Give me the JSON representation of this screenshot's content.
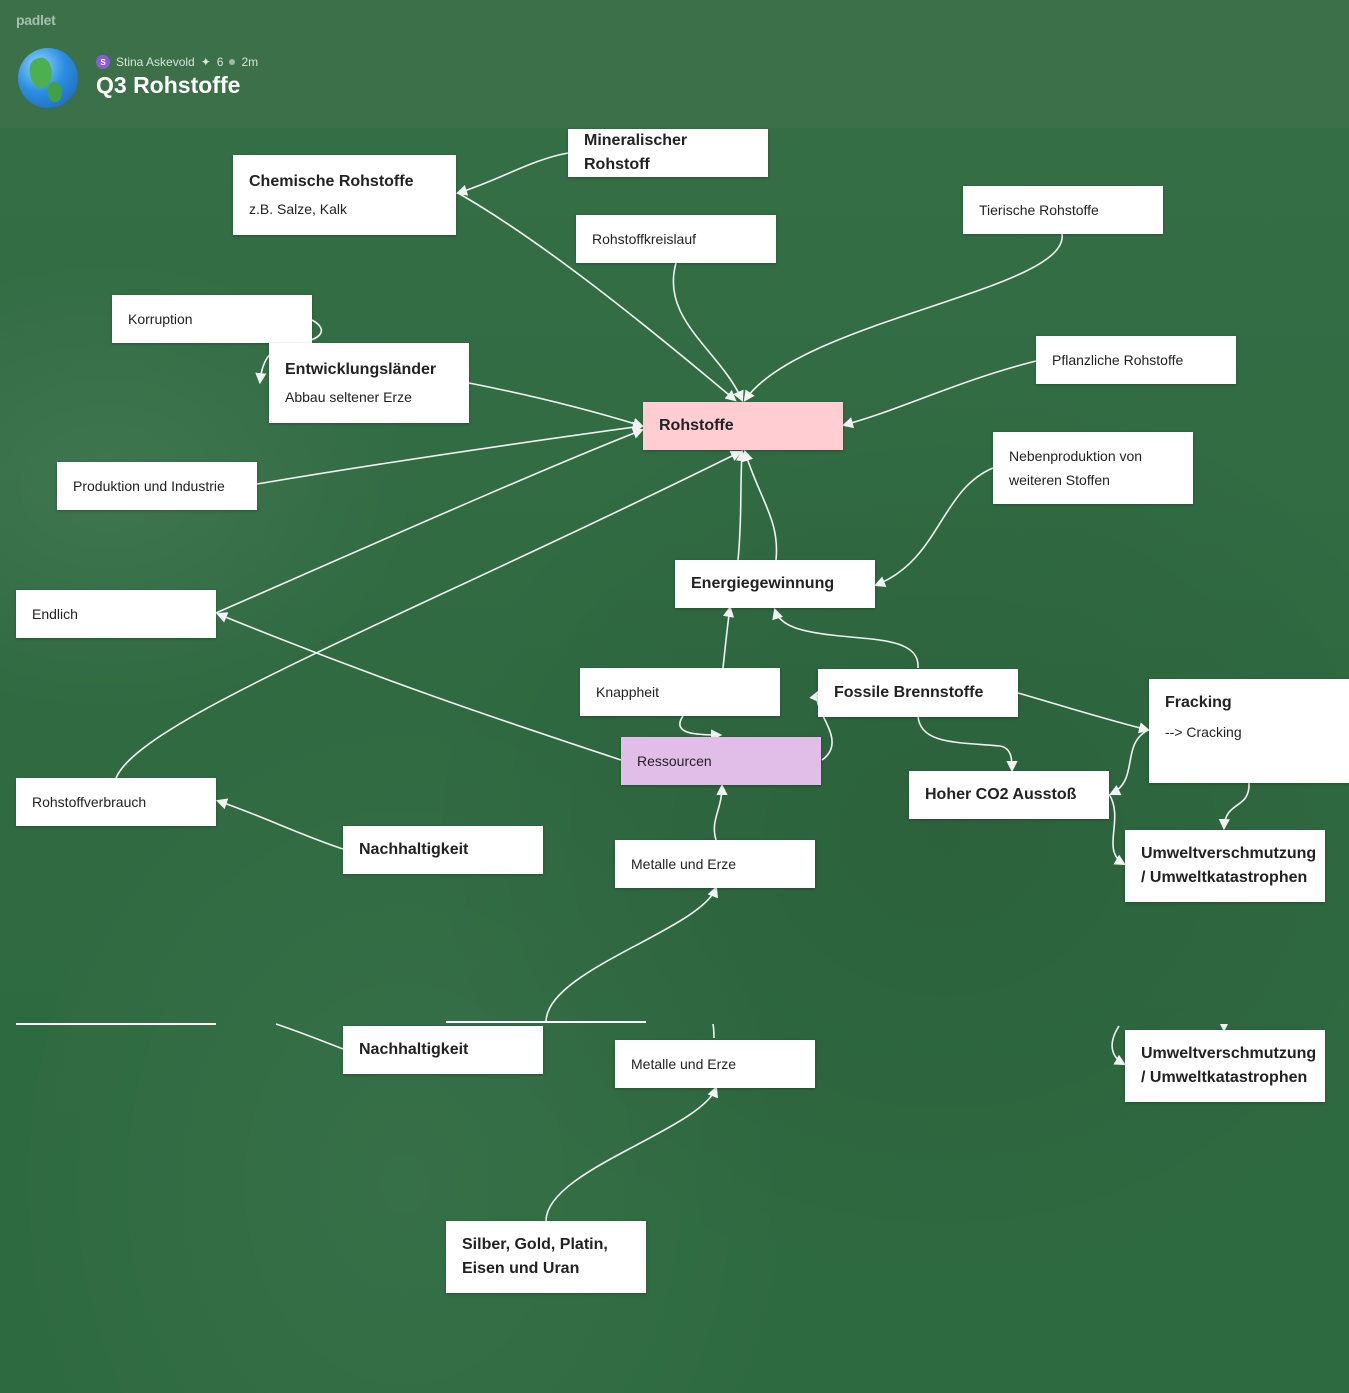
{
  "header": {
    "brand": "padlet",
    "author": "Stina Askevold",
    "avatar_letter": "S",
    "count": "6",
    "time": "2m",
    "title": "Q3 Rohstoffe",
    "avatar_icon": "globe-icon"
  },
  "cards": {
    "mineralischer": "Mineralischer Rohstoff",
    "chemische": "Chemische Rohstoffe",
    "chemische_sub": "z.B. Salze, Kalk",
    "tierische": "Tierische Rohstoffe",
    "kreislauf": "Rohstoffkreislauf",
    "korruption": "Korruption",
    "entwicklung": "Entwicklungsländer",
    "entwicklung_sub": "Abbau seltener Erze",
    "pflanzliche": "Pflanzliche Rohstoffe",
    "rohstoffe": "Rohstoffe",
    "nebenproduktion": "Nebenproduktion von weiteren Stoffen",
    "produktion": "Produktion und Industrie",
    "energie": "Energiegewinnung",
    "endlich": "Endlich",
    "knappheit": "Knappheit",
    "fossile": "Fossile Brennstoffe",
    "fracking": "Fracking",
    "fracking_sub": "--> Cracking",
    "ressourcen": "Ressourcen",
    "co2": "Hoher CO2 Ausstoß",
    "verbrauch": "Rohstoffverbrauch",
    "nachhaltigkeit": "Nachhaltigkeit",
    "metalle": "Metalle und Erze",
    "umwelt": "Umweltverschmutzung / Umweltkatastrophen",
    "nachhaltigkeit2": "Nachhaltigkeit",
    "metalle2": "Metalle und Erze",
    "umwelt2": "Umweltverschmutzung / Umweltkatastrophen",
    "silber": "Silber, Gold, Platin, Eisen und Uran"
  },
  "colors": {
    "header": "#3b7049",
    "board": "#336d44",
    "card": "#ffffff",
    "rohstoffe": "#ffcdd2",
    "ressourcen": "#e1bee7",
    "link": "#f2f2f2"
  }
}
